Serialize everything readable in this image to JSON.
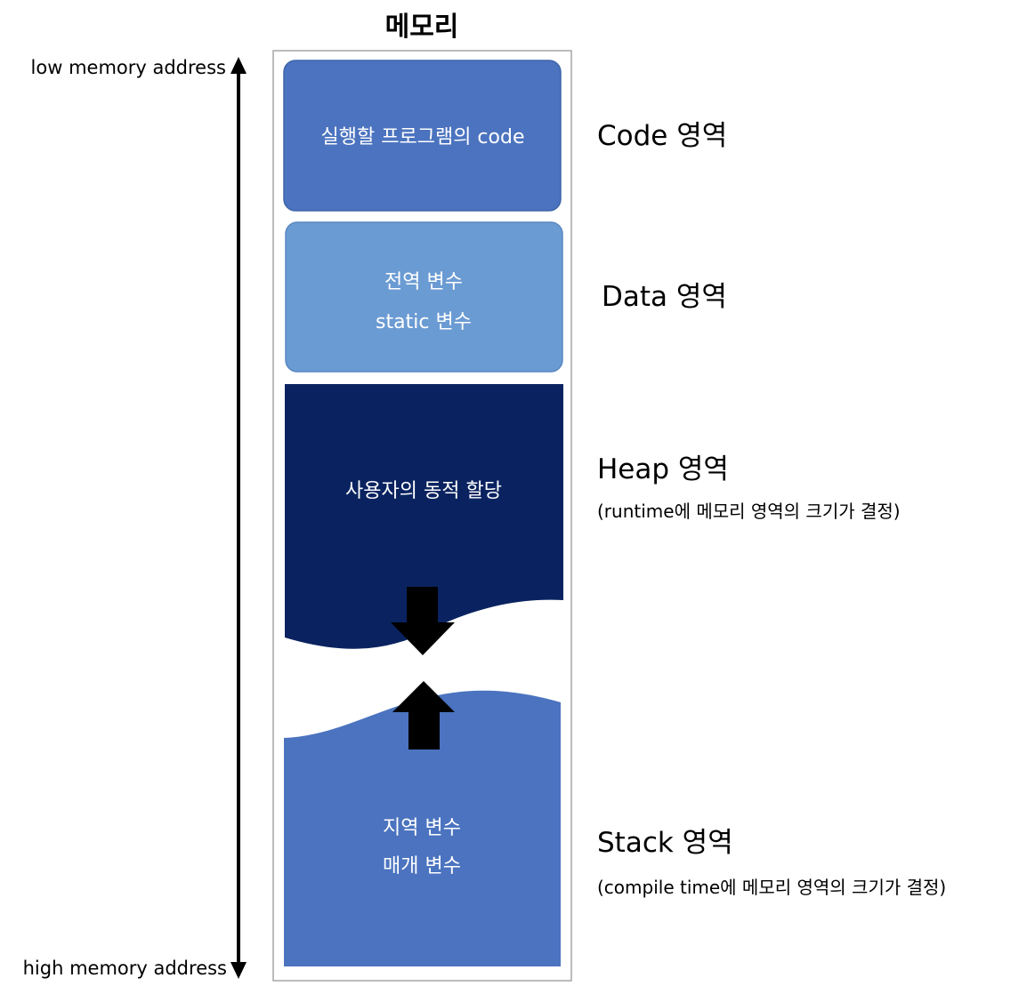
{
  "title": "메모리",
  "address_labels": {
    "low": "low memory address",
    "high": "high memory address"
  },
  "segments": {
    "code": {
      "lines": [
        "실행할 프로그램의 code"
      ],
      "label": "Code 영역",
      "color": "#4B73BF",
      "border": "#3F65AA"
    },
    "data": {
      "lines": [
        "전역 변수",
        "static 변수"
      ],
      "label": "Data 영역",
      "color": "#6B9BD3",
      "border": "#5A88C2"
    },
    "heap": {
      "lines": [
        "사용자의 동적 할당"
      ],
      "label": "Heap 영역",
      "note": "(runtime에 메모리 영역의 크기가 결정)",
      "color": "#0A2360"
    },
    "stack": {
      "lines": [
        "지역 변수",
        "매개 변수"
      ],
      "label": "Stack 영역",
      "note": "(compile time에 메모리 영역의 크기가 결정)",
      "color": "#4B73BF"
    }
  },
  "icons": {
    "heap_growth": "arrow-down-icon",
    "stack_growth": "arrow-up-icon",
    "address_range": "double-arrow-vertical-icon"
  },
  "colors": {
    "frame_border": "#A6A6A6",
    "arrow": "#000000"
  }
}
